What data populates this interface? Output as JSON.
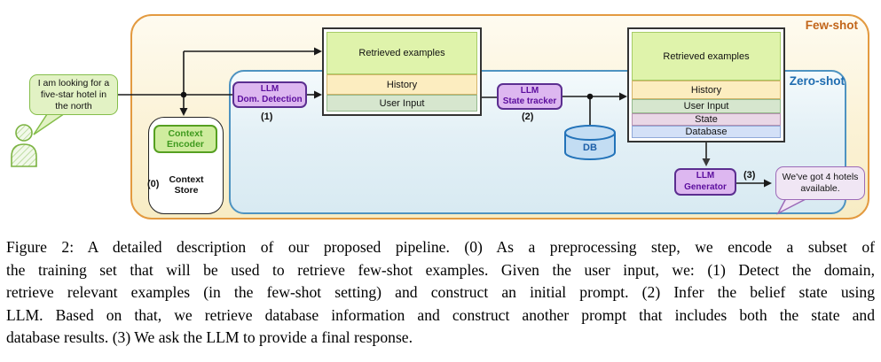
{
  "figure": {
    "few_shot_label": "Few-shot",
    "zero_shot_label": "Zero-shot",
    "user_bubble": "I am looking for a\nfive-star hotel in\nthe north",
    "context_encoder_label": "Context\nEncoder",
    "context_store_label": "Context\nStore",
    "db_label": "DB",
    "steps": {
      "s0": "(0)",
      "s1": "(1)",
      "s2": "(2)",
      "s3": "(3)"
    },
    "llm_dom_detection_label": "LLM\nDom. Detection",
    "llm_state_tracker_label": "LLM\nState tracker",
    "llm_generator_label": "LLM\nGenerator",
    "prompt_box_1": {
      "rows": [
        "Retrieved examples",
        "History",
        "User Input"
      ]
    },
    "prompt_box_2": {
      "rows": [
        "Retrieved examples",
        "History",
        "User Input",
        "State",
        "Database"
      ]
    },
    "response_bubble": "We've got 4 hotels\navailable.",
    "colors": {
      "few_shot_border": "#E39A40",
      "few_shot_text": "#C2651A",
      "zero_shot_border": "#4E93C1",
      "zero_shot_text": "#1E6CB0",
      "llm_box_fill": "#DDB7F0",
      "llm_box_border": "#5B2E90",
      "llm_box_text": "#5C0E9E",
      "context_fill": "#CFEC9E",
      "context_border": "#56A021",
      "retrieved_examples_fill": "#DFF3AB",
      "history_fill": "#FCEDC0",
      "user_input_fill": "#D6E6CE",
      "state_fill": "#E9D7E6",
      "database_fill": "#D3E0F7",
      "db_cylinder_fill": "#C3DDF3",
      "db_cylinder_border": "#2373B9",
      "user_bubble_fill": "#E2F2C4",
      "user_bubble_border": "#85BE4B",
      "response_bubble_fill": "#F0E6F4",
      "response_bubble_border": "#9C6AB8"
    }
  },
  "caption": {
    "lines": [
      "Figure 2: A detailed description of our proposed pipeline. (0) As a preprocessing step, we encode a subset of",
      "the training set that will be used to retrieve few-shot examples. Given the user input, we: (1) Detect the domain,",
      "retrieve relevant examples (in the few-shot setting) and construct an initial prompt. (2) Infer the belief state using",
      "LLM. Based on that, we retrieve database information and construct another prompt that includes both the state and",
      "database results. (3) We ask the LLM to provide a final response."
    ]
  }
}
